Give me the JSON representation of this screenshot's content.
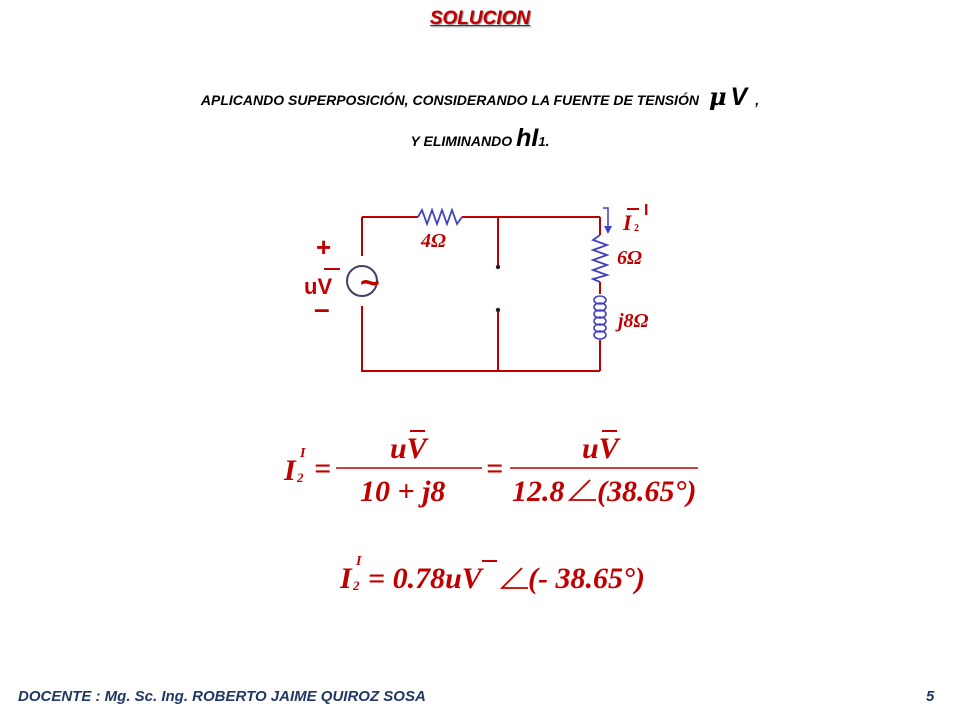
{
  "title": "SOLUCION",
  "intro": {
    "line1": "APLICANDO SUPERPOSICIÓN,  CONSIDERANDO   LA FUENTE DE TENSIÓN",
    "mu_symbol": "μ",
    "V": "V",
    "comma": ",",
    "line2_prefix": "Y ELIMINANDO",
    "hI": "hI",
    "hI_sub": "1",
    "period": "."
  },
  "circuit": {
    "source_plus": "+",
    "source_label": "uV",
    "source_minus": "–",
    "source_tilde": "~",
    "r1": "4Ω",
    "r2": "6Ω",
    "l1": "j8Ω",
    "current_label": "I",
    "current_sub": "2",
    "current_prime": "I"
  },
  "eq1": {
    "lhs": "I",
    "lhs_sub": "2",
    "lhs_sup": "I",
    "eq_sign": "=",
    "num1": "uV",
    "den1": "10 + j8",
    "eq_sign2": "=",
    "num2": "uV",
    "den2_mag": "12.8",
    "den2_angle": "(38.65°)"
  },
  "eq2": {
    "lhs": "I",
    "lhs_sub": "2",
    "lhs_sup": "I",
    "rhs": "= 0.78uV",
    "angle": "(- 38.65°)"
  },
  "footer": {
    "docente": "DOCENTE : Mg. Sc. Ing. ROBERTO JAIME QUIROZ SOSA",
    "page": "5"
  },
  "colors": {
    "title": "#c00000",
    "circuit_wire": "#c00000",
    "component": "#4040c0",
    "footer": "#1f3864"
  }
}
